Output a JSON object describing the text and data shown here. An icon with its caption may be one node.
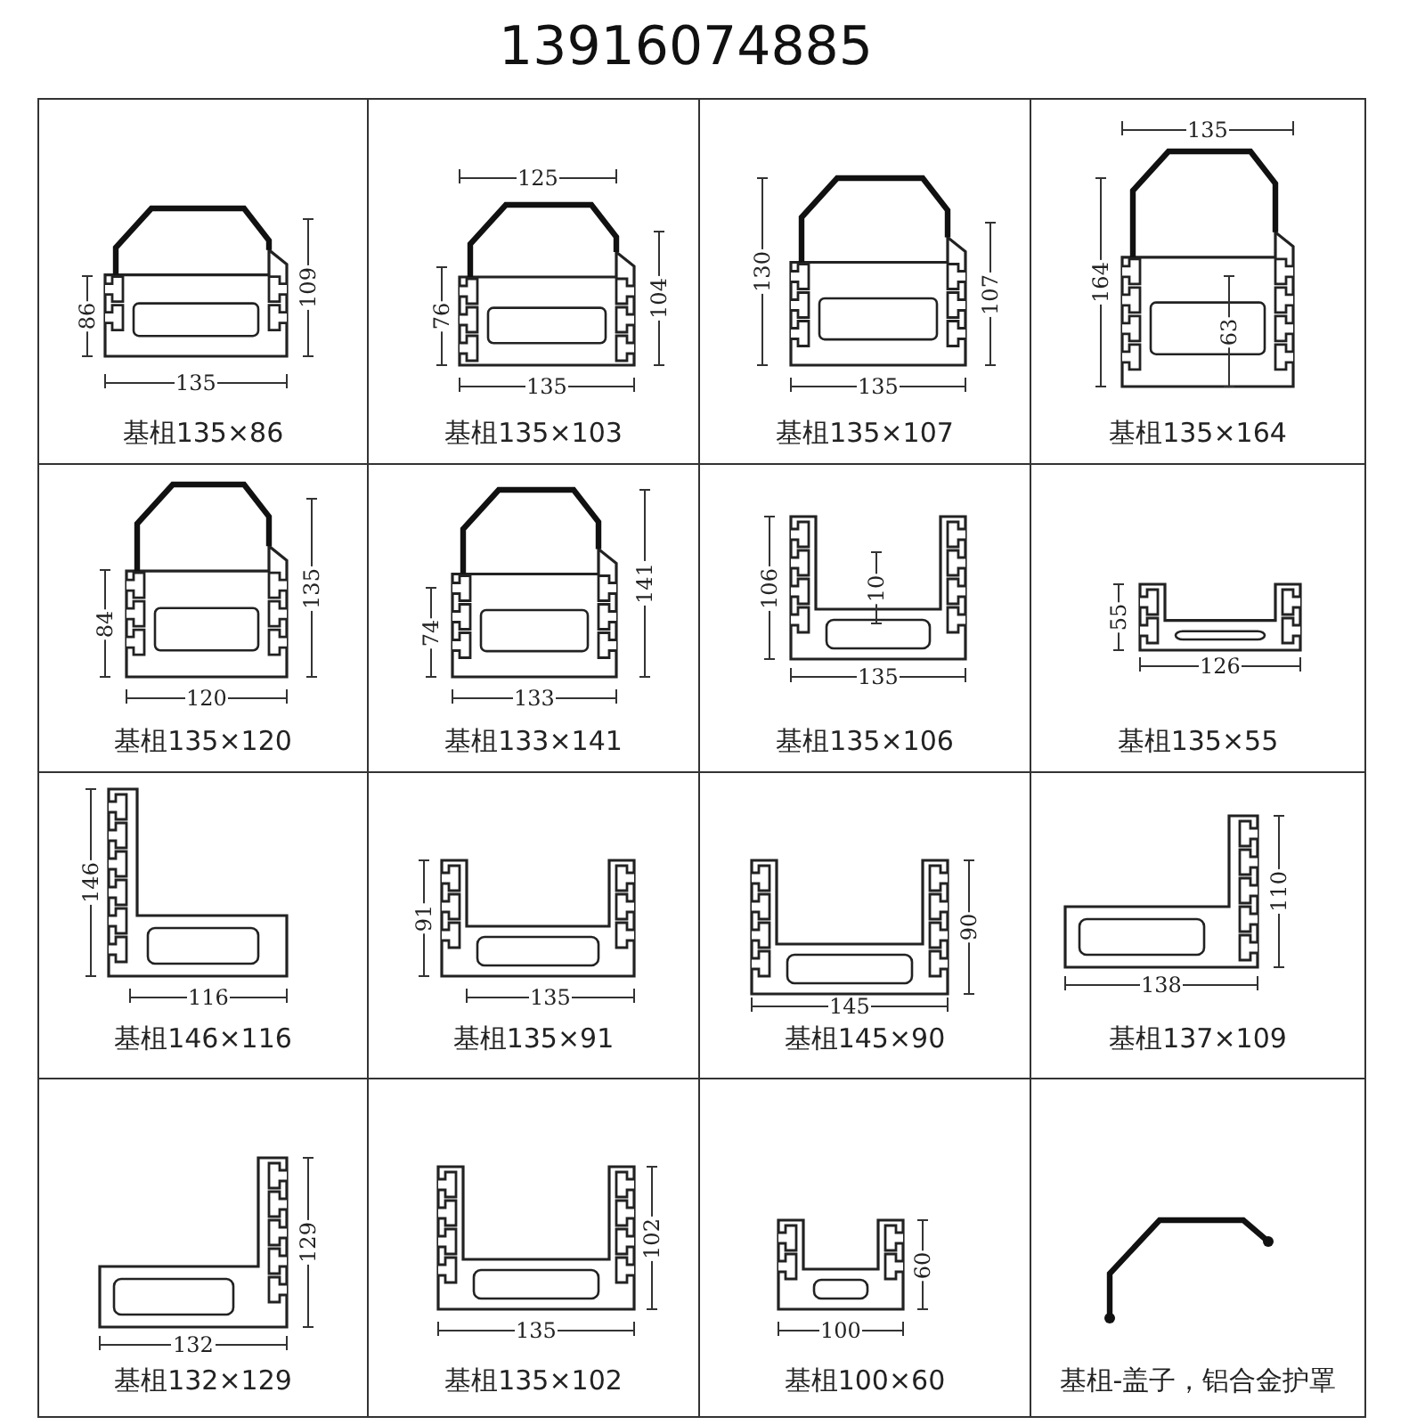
{
  "diagram": {
    "title": "13916074885",
    "nodes": [
      {
        "text": [
          "基柤135×86"
        ]
      },
      {
        "text": [
          "基柤135×103"
        ]
      },
      {
        "text": [
          "基柤135×107"
        ]
      },
      {
        "text": [
          "基柤135×164"
        ]
      },
      {
        "text": [
          "基柤135×120"
        ]
      },
      {
        "text": [
          "基柤133×141"
        ]
      },
      {
        "text": [
          "基柤135×106"
        ]
      },
      {
        "text": [
          "基柤135×55"
        ]
      },
      {
        "text": [
          "基柤146×116"
        ]
      },
      {
        "text": [
          "基柤135×91"
        ]
      },
      {
        "text": [
          "基柤145×90"
        ]
      },
      {
        "text": [
          "基柤137×109"
        ]
      },
      {
        "text": [
          "基柤132×129"
        ]
      },
      {
        "text": [
          "基柤135×102"
        ]
      },
      {
        "text": [
          "基柤100×60"
        ]
      },
      {
        "text": [
          "基柤-盖子，铝合金护罩"
        ]
      }
    ],
    "labels": [
      "86",
      "109",
      "135",
      "125",
      "76",
      "104",
      "135",
      "130",
      "107",
      "135",
      "135",
      "164",
      "63",
      "84",
      "135",
      "120",
      "74",
      "141",
      "133",
      "106",
      "10",
      "135",
      "55",
      "126",
      "146",
      "116",
      "91",
      "135",
      "90",
      "145",
      "110",
      "138",
      "129",
      "132",
      "102",
      "135",
      "60",
      "100"
    ]
  }
}
